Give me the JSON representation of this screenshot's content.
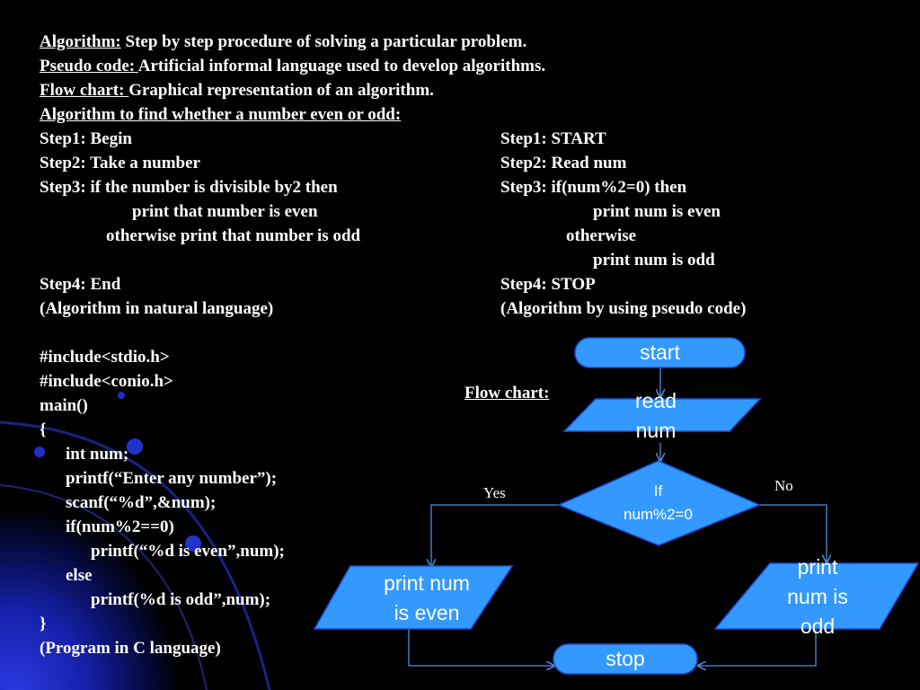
{
  "definitions": [
    {
      "term": "Algorithm:",
      "text": " Step by step procedure of solving a particular problem."
    },
    {
      "term": "Pseudo code: ",
      "text": "Artificial informal language used to develop algorithms."
    },
    {
      "term": "Flow chart: ",
      "text": "Graphical representation of an algorithm."
    }
  ],
  "heading": "Algorithm to find whether a number even or odd:",
  "natural_algorithm": [
    "Step1: Begin",
    "Step2: Take a number",
    "Step3: if the number is divisible by2 then",
    "print that number is even",
    "otherwise print that number is odd",
    "Step4: End",
    "(Algorithm in natural language)"
  ],
  "pseudo_code": [
    "Step1: START",
    "Step2: Read num",
    "Step3: if(num%2=0) then",
    "print num is even",
    "otherwise",
    "print num is odd",
    "Step4: STOP",
    "(Algorithm by using pseudo code)"
  ],
  "c_program": [
    "#include<stdio.h>",
    "#include<conio.h>",
    "main()",
    "{",
    "int num;",
    "printf(“Enter any number”);",
    "scanf(“%d”,&num);",
    "if(num%2==0)",
    "printf(“%d is even”,num);",
    "else",
    "printf(%d is odd”,num);",
    "}",
    "(Program in C language)"
  ],
  "flowchart": {
    "title": "Flow chart:",
    "start": "start",
    "read": [
      "read",
      "num"
    ],
    "decision": [
      "If",
      "num%2=0"
    ],
    "yes_label": "Yes",
    "no_label": "No",
    "even": [
      "print num",
      "is even"
    ],
    "odd": [
      "print",
      "num is",
      "odd"
    ],
    "stop": "stop"
  },
  "colors": {
    "shape_fill": "#3399ff",
    "shape_stroke": "#1a4fd6",
    "connector": "#4f8fd9",
    "background": "#000000",
    "accent_blue": "#1a2bd0"
  }
}
